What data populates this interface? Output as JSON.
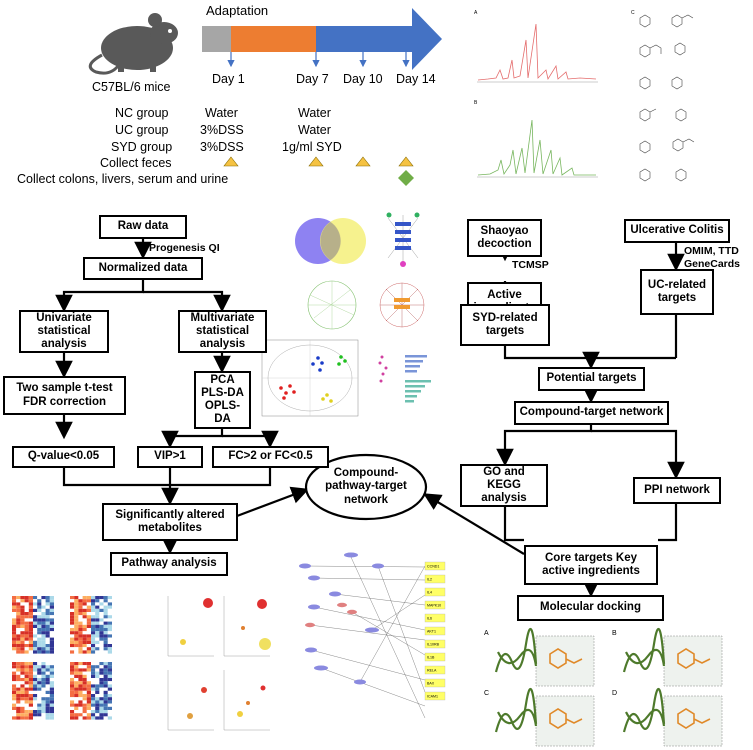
{
  "colors": {
    "gray": "#a6a6a6",
    "orange": "#ed7d31",
    "blue": "#4472c4",
    "triangle": "#f5c242",
    "diamond": "#70ad47",
    "pink": "#e46c6c",
    "green": "#78b65f"
  },
  "timeline": {
    "mouse_label": "C57BL/6 mice",
    "adaptation": "Adaptation",
    "days": [
      "Day 1",
      "Day 7",
      "Day 10",
      "Day 14"
    ],
    "groups": [
      {
        "name": "NC group",
        "first": "Water",
        "second": "Water"
      },
      {
        "name": "UC group",
        "first": "3%DSS",
        "second": "Water"
      },
      {
        "name": "SYD group",
        "first": "3%DSS",
        "second": "1g/ml SYD"
      }
    ],
    "collect_feces": "Collect feces",
    "collect_tissues": "Collect colons, livers, serum and urine"
  },
  "flow_left": {
    "raw": "Raw data",
    "progenesis": "Progenesis QI",
    "normalized": "Normalized data",
    "univariate": "Univariate statistical analysis",
    "multivariate": "Multivariate statistical analysis",
    "ttest": "Two sample t-test FDR correction",
    "pca": "PCA PLS-DA OPLS-DA",
    "qvalue": "Q-value<0.05",
    "vip": "VIP>1",
    "fc": "FC>2 or FC<0.5",
    "altered": "Significantly altered metabolites",
    "pathway": "Pathway analysis"
  },
  "center_ellipse": "Compound-pathway-target network",
  "flow_right": {
    "shaoyao": "Shaoyao decoction",
    "tcmsp": "TCMSP",
    "active": "Active ingredients",
    "syd_targets": "SYD-related targets",
    "uc": "Ulcerative Colitis",
    "omim": "OMIM, TTD GeneCards",
    "uc_targets": "UC-related targets",
    "potential": "Potential targets",
    "compound_target": "Compound-target network",
    "go_kegg": "GO and KEGG analysis",
    "ppi": "PPI network",
    "core": "Core targets Key active ingredients",
    "docking": "Molecular docking"
  },
  "thumbnails": {
    "spectra": {
      "panel_a": "A",
      "panel_b": "B",
      "panel_c": "C"
    },
    "docking_panels": [
      "A",
      "B",
      "C",
      "D"
    ],
    "network_genes": [
      "CCND1",
      "IL2",
      "IL4",
      "MAPK10",
      "IL6",
      "AKT1",
      "IL10RB",
      "IL1B",
      "RELA",
      "BAX",
      "ICAM1"
    ]
  }
}
